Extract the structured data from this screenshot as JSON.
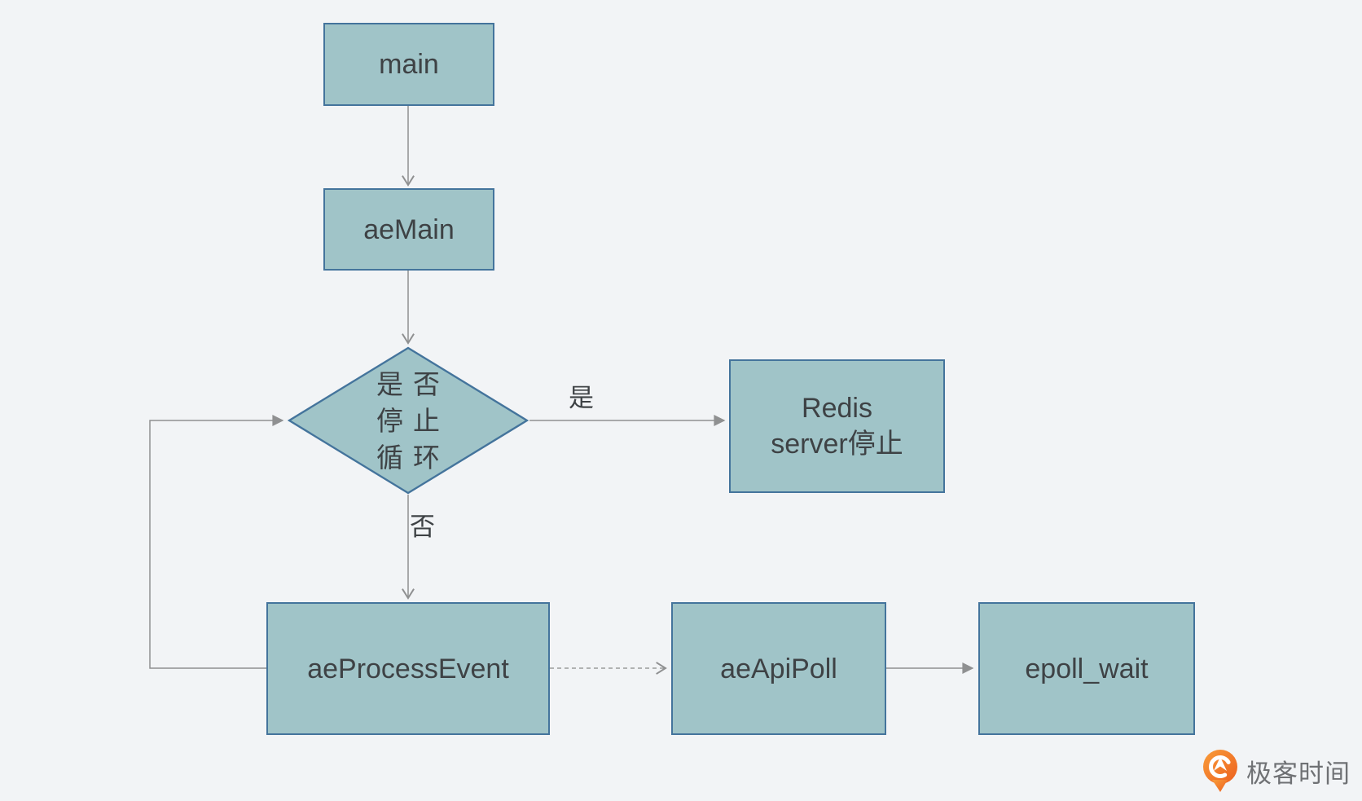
{
  "diagram": {
    "title_hint": "Redis aeMain event loop flowchart",
    "nodes": {
      "main": {
        "label": "main"
      },
      "aeMain": {
        "label": "aeMain"
      },
      "decision": {
        "lines": [
          "是否",
          "停止",
          "循环"
        ]
      },
      "redis_stop": {
        "lines": [
          "Redis",
          "server停止"
        ]
      },
      "aeProcessEvent": {
        "label": "aeProcessEvent"
      },
      "aeApiPoll": {
        "label": "aeApiPoll"
      },
      "epoll_wait": {
        "label": "epoll_wait"
      }
    },
    "edge_labels": {
      "yes": "是",
      "no": "否"
    },
    "colors": {
      "background": "#f2f4f6",
      "node_fill": "#a0c4c8",
      "node_border": "#44749c",
      "arrow": "#8f9091",
      "text": "#3e4245",
      "logo_orange": "#f1731f",
      "logo_text_gray": "#6f7174"
    }
  },
  "branding": {
    "logo_text": "极客时间"
  }
}
